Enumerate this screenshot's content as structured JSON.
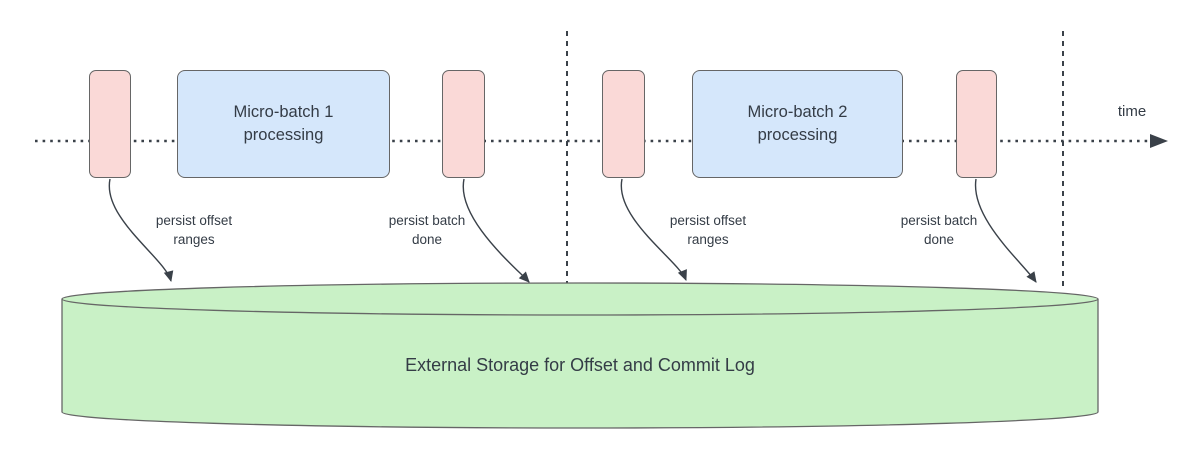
{
  "diagram": {
    "timeline": {
      "label": "time"
    },
    "batches": [
      {
        "lines": [
          "Micro-batch 1",
          "processing"
        ]
      },
      {
        "lines": [
          "Micro-batch 2",
          "processing"
        ]
      }
    ],
    "annotations": [
      {
        "lines": [
          "persist offset",
          "ranges"
        ]
      },
      {
        "lines": [
          "persist batch",
          "done"
        ]
      },
      {
        "lines": [
          "persist offset",
          "ranges"
        ]
      },
      {
        "lines": [
          "persist batch",
          "done"
        ]
      }
    ],
    "storage": {
      "label": "External Storage for Offset and Commit Log"
    },
    "colors": {
      "event_fill": "#FAD9D7",
      "process_fill": "#D5E7FB",
      "storage_fill": "#C9F1C6",
      "shape_border": "#666666",
      "line": "#3A4149",
      "text": "#343C46",
      "background": "#FFFFFF"
    }
  }
}
